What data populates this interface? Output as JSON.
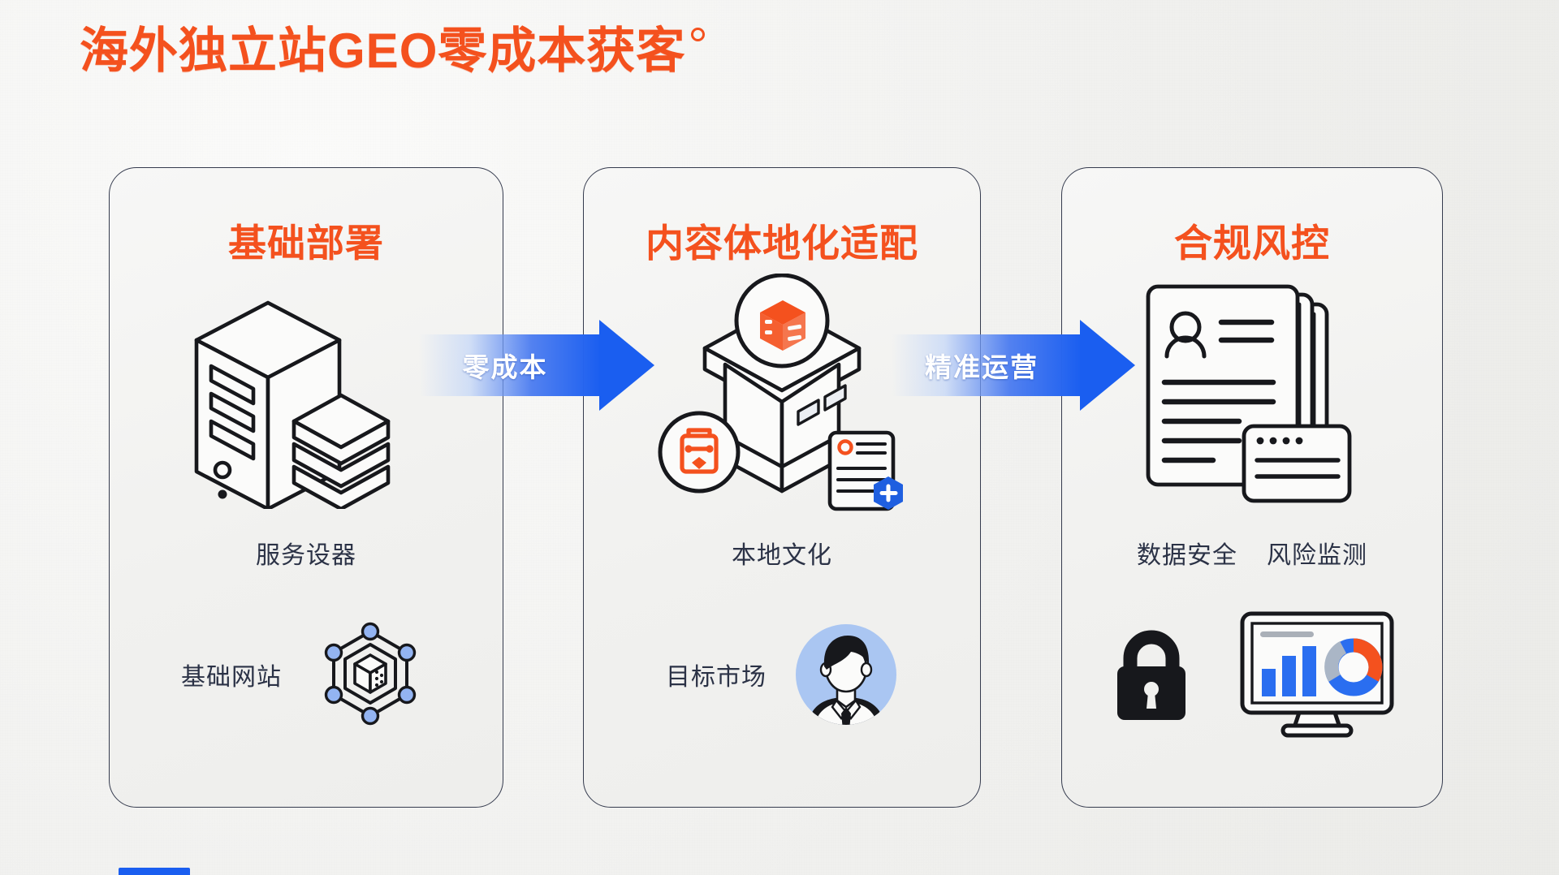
{
  "page": {
    "title": "海外独立站GEO零成本获客",
    "title_accent_color": "#f4511e",
    "arrow_color": "#1a5ef0",
    "background_color": "#f1f1ef"
  },
  "cards": [
    {
      "id": "card-1",
      "title": "基础部署",
      "main_icon": "server-tower-and-disk-stack-icon",
      "captions": [
        "服务设器"
      ],
      "bottom": {
        "label": "基础网站",
        "icon": "hexagon-network-cube-icon"
      }
    },
    {
      "id": "card-2",
      "title": "内容体地化适配",
      "main_icon": "isometric-building-localization-icon",
      "captions": [
        "本地文化"
      ],
      "bottom": {
        "label": "目标市场",
        "icon": "person-avatar-icon"
      }
    },
    {
      "id": "card-3",
      "title": "合规风控",
      "main_icon": "documents-id-card-icon",
      "captions": [
        "数据安全",
        "风险监测"
      ],
      "bottom": {
        "label_left": "数据安全",
        "icon_left": "padlock-icon",
        "label_right": "风险监测",
        "icon_right": "monitor-dashboard-chart-icon"
      }
    }
  ],
  "arrows": [
    {
      "id": "arrow-1",
      "label": "零成本",
      "icon": "right-arrow-icon"
    },
    {
      "id": "arrow-2",
      "label": "精准运营",
      "icon": "right-arrow-icon"
    }
  ],
  "footer": {
    "accent_bar": "blue-accent-bar"
  }
}
